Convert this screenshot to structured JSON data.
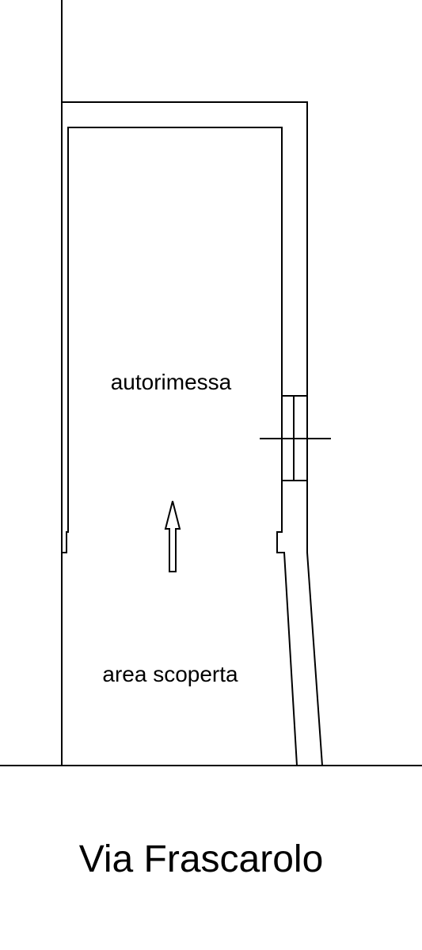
{
  "plan": {
    "rooms": {
      "garage": "autorimessa",
      "open_area": "area scoperta"
    },
    "street": "Via Frascarolo",
    "colors": {
      "line": "#000000",
      "background": "#ffffff"
    },
    "icons": [
      "arrow-up-icon"
    ]
  }
}
